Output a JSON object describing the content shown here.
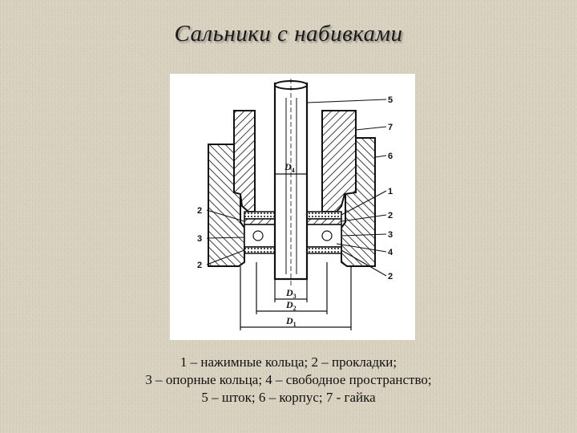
{
  "title": "Сальники с набивками",
  "diagram": {
    "callouts": {
      "c5": "5",
      "c7": "7",
      "c6": "6",
      "c1": "1",
      "c2_right_a": "2",
      "c3_right": "3",
      "c4": "4",
      "c2_right_b": "2",
      "c2_left_a": "2",
      "c3_left": "3",
      "c2_left_b": "2"
    },
    "dimensions": {
      "d4": "D",
      "d4_sub": "4",
      "d3": "D",
      "d3_sub": "3",
      "d2": "D",
      "d2_sub": "2",
      "d1": "D",
      "d1_sub": "1"
    }
  },
  "caption": {
    "line1": "1 – нажимные кольца; 2 – прокладки;",
    "line2": "3 – опорные кольца;  4 – свободное пространство;",
    "line3": "5 – шток; 6 – корпус; 7 - гайка"
  }
}
